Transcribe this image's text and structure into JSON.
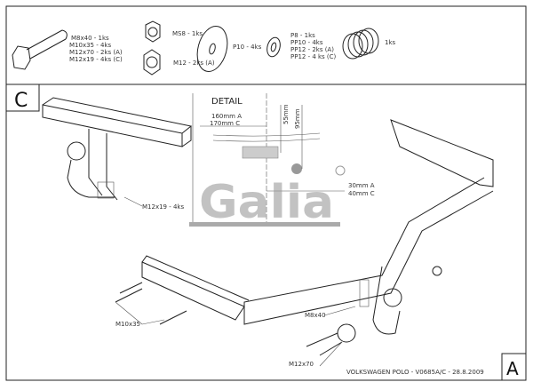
{
  "parts": {
    "bolts": [
      "M8x40 - 1ks",
      "M10x35 - 4ks",
      "M12x70 - 2ks (A)",
      "M12x19 - 4ks (C)"
    ],
    "nut_ms8": "MS8 - 1ks",
    "nut_m12": "M12 - 2ks (A)",
    "washer_large": "P10 - 4ks",
    "washers_small": [
      "P8 - 1ks",
      "PP10 - 4ks",
      "PP12 - 2ks (A)",
      "PP12 - 4 ks (C)"
    ],
    "spring": "1ks"
  },
  "variant_c": {
    "letter": "C",
    "bolt_label": "M12x19 - 4ks"
  },
  "detail": {
    "title": "DETAIL",
    "horizontal_a": "160mm A",
    "horizontal_c": "170mm C",
    "vertical_1": "55mm",
    "vertical_2": "95mm",
    "ball_a": "30mm A",
    "ball_c": "40mm C"
  },
  "logo": "Galia",
  "main": {
    "bolt_m10": "M10x35",
    "bolt_m8": "M8x40",
    "bolt_m12": "M12x70",
    "footer": "VOLKSWAGEN POLO - V0685A/C - 28.8.2009",
    "letter": "A"
  }
}
